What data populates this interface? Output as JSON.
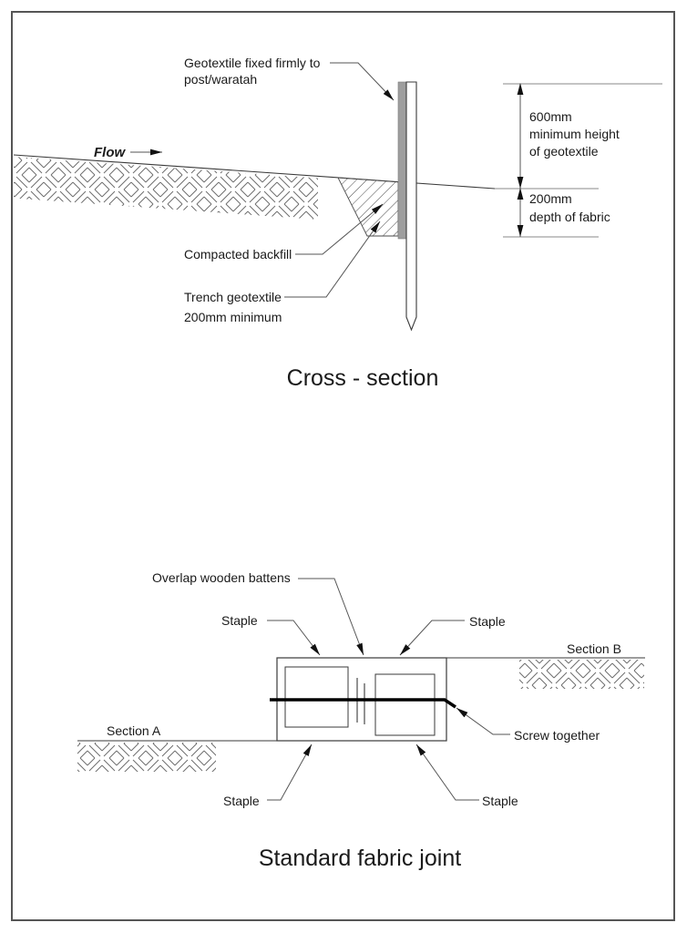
{
  "page": {
    "border_color": "#555555",
    "background": "#ffffff",
    "line_color": "#3a3a3a",
    "leader_color": "#555555",
    "geotextile_bar_color": "#9e9e9e"
  },
  "cross_section": {
    "title": "Cross - section",
    "labels": {
      "geotextile_fixed_line1": "Geotextile fixed firmly to",
      "geotextile_fixed_line2": "post/waratah",
      "flow": "Flow",
      "compacted_backfill": "Compacted backfill",
      "trench_geotextile_line1": "Trench geotextile",
      "trench_geotextile_line2": "200mm minimum"
    },
    "dimensions": {
      "height_value": "600mm",
      "height_line2": "minimum height",
      "height_line3": "of geotextile",
      "depth_value": "200mm",
      "depth_line2": "depth of fabric"
    }
  },
  "fabric_joint": {
    "title": "Standard fabric joint",
    "labels": {
      "overlap_battens": "Overlap wooden battens",
      "staple_top_left": "Staple",
      "staple_top_right": "Staple",
      "staple_bottom_left": "Staple",
      "staple_bottom_right": "Staple",
      "section_a": "Section A",
      "section_b": "Section B",
      "screw_together": "Screw together"
    }
  }
}
